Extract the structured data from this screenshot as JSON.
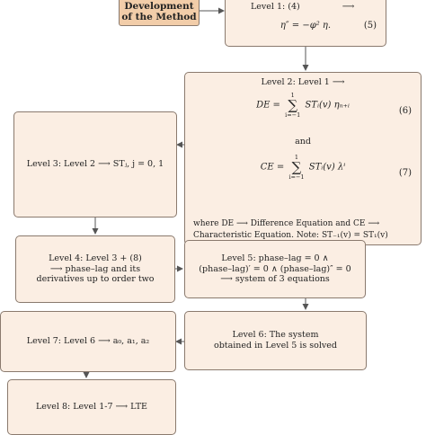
{
  "dev_box": {
    "line1": "Development",
    "line2": "of the Method"
  },
  "level1": {
    "title": "Level 1: (4)",
    "arrow": "⟶",
    "equation": "η″ = −φ² η.",
    "number": "(5)"
  },
  "level2": {
    "title": "Level 2: Level 1 ⟶",
    "de_lhs": "DE =",
    "de_sum_top": "1",
    "de_sum_bottom": "i=−1",
    "de_rhs": "STᵢ(v) ηₙ₊ᵢ",
    "de_num": "(6)",
    "and": "and",
    "ce_lhs": "CE =",
    "ce_sum_top": "1",
    "ce_sum_bottom": "i=−1",
    "ce_rhs": "STᵢ(v) λⁱ",
    "ce_num": "(7)",
    "note1": "where DE ⟶ Difference Equation and CE ⟶",
    "note2": "Characteristic Equation. Note: ST₋₁(v) = ST₁(v)"
  },
  "level3": {
    "text": "Level 3: Level 2 ⟶ STⱼ, j = 0, 1"
  },
  "level4": {
    "line1": "Level 4: Level 3 + (8)",
    "line2": "⟶ phase–lag and its",
    "line3": "derivatives up to order two"
  },
  "level5": {
    "line1": "Level 5: phase–lag = 0 ∧",
    "line2": "(phase–lag)′ = 0 ∧ (phase–lag)″ = 0",
    "line3": "⟶ system of 3 equations"
  },
  "level6": {
    "line1": "Level 6: The system",
    "line2": "obtained in Level 5 is solved"
  },
  "level7": {
    "text": "Level 7: Level 6 ⟶ a₀, a₁, a₂"
  },
  "level8": {
    "text": "Level 8: Level 1-7 ⟶ LTE"
  },
  "colors": {
    "box_fill": "#fbeee3",
    "dev_fill": "#f2cda9",
    "border": "#8a7a6e"
  }
}
